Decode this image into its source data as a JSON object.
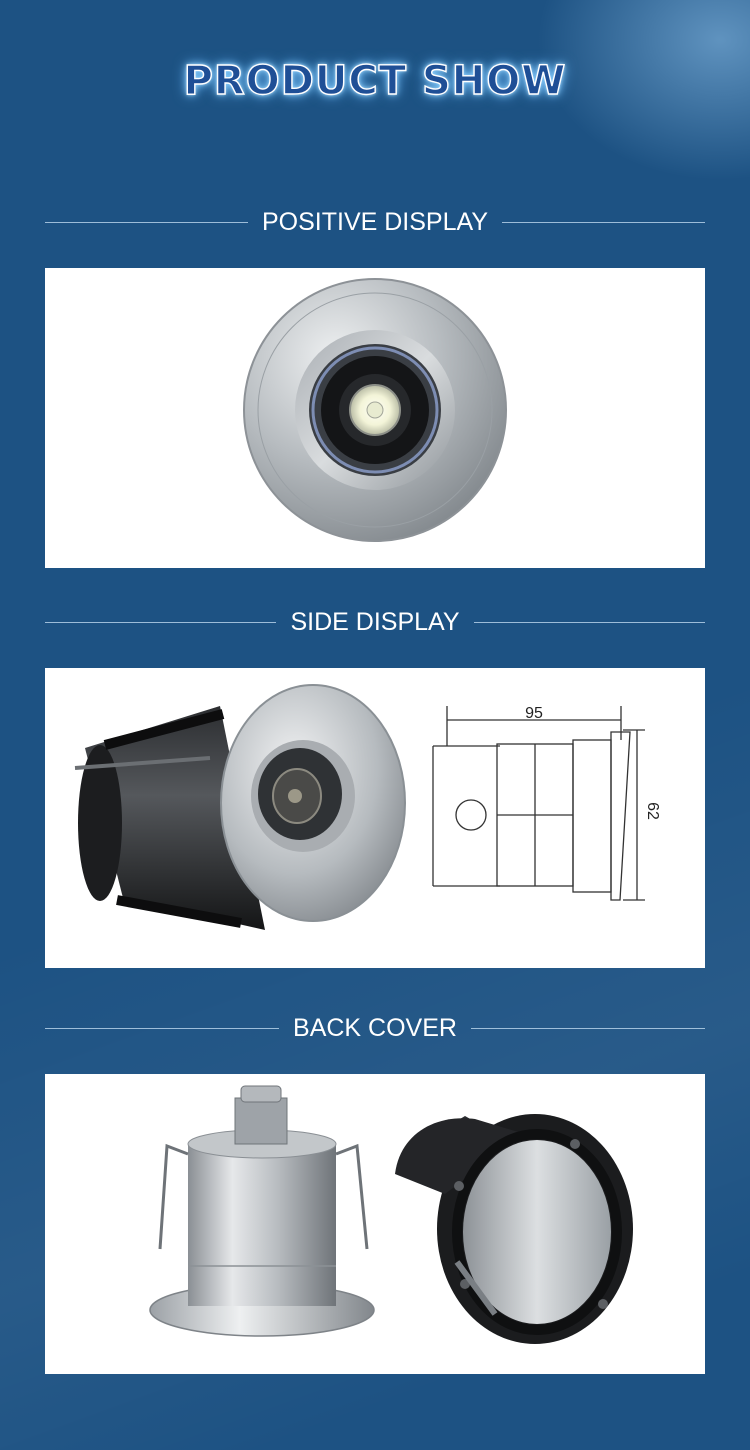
{
  "page": {
    "title": "PRODUCT SHOW"
  },
  "sections": [
    {
      "label": "POSITIVE DISPLAY"
    },
    {
      "label": "SIDE DISPLAY"
    },
    {
      "label": "BACK COVER"
    }
  ],
  "drawing": {
    "width_label": "95",
    "height_label": "62"
  },
  "colors": {
    "background": "#1d5283",
    "panel": "#ffffff",
    "title_fill": "#1f4f96",
    "title_glow": "#8fd4ff"
  }
}
